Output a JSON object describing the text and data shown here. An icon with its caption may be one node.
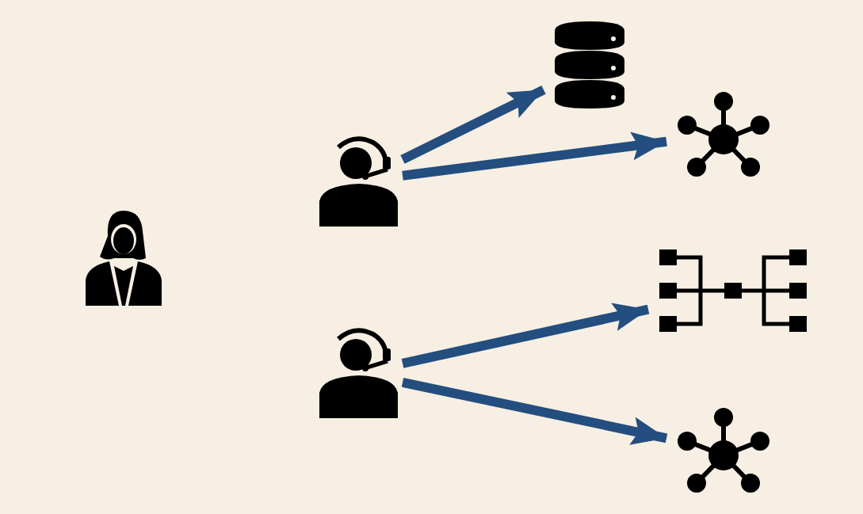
{
  "diagram": {
    "nodes": [
      {
        "text": [],
        "shape": "person"
      },
      {
        "text": [],
        "shape": "headset-person"
      },
      {
        "text": [],
        "shape": "headset-person"
      },
      {
        "text": [],
        "shape": "cylinder"
      },
      {
        "text": [],
        "shape": "network"
      },
      {
        "text": [],
        "shape": "tree"
      },
      {
        "text": [],
        "shape": "network"
      }
    ],
    "edges": [
      {
        "from": 1,
        "to": 3,
        "arrow": "to"
      },
      {
        "from": 1,
        "to": 4,
        "arrow": "to"
      },
      {
        "from": 2,
        "to": 5,
        "arrow": "to"
      },
      {
        "from": 2,
        "to": 6,
        "arrow": "to"
      }
    ]
  }
}
